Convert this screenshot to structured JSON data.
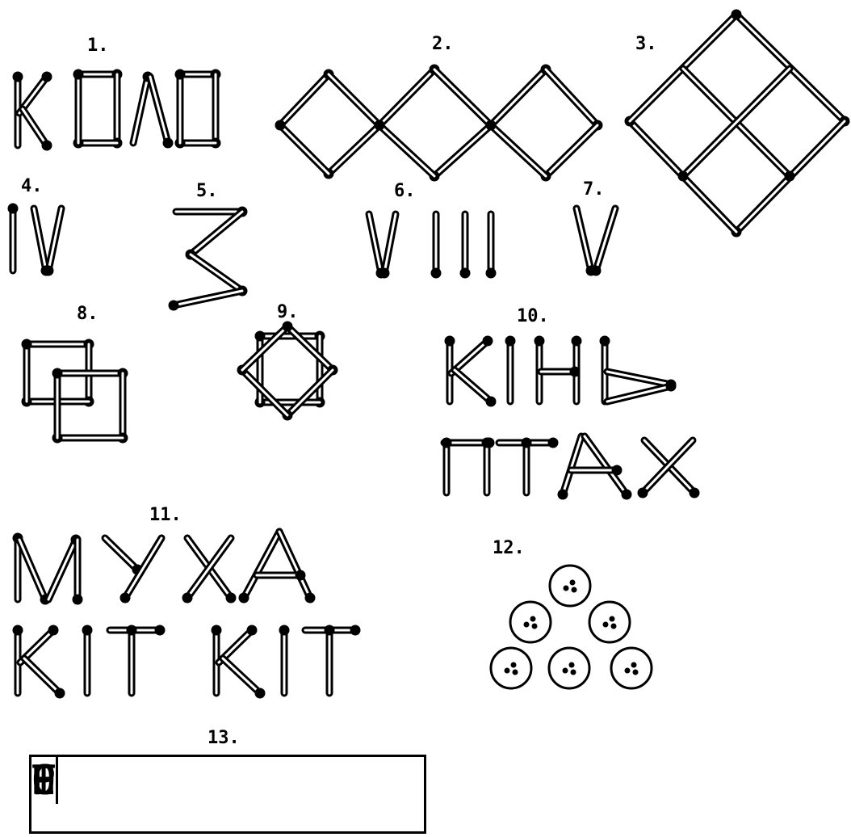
{
  "puzzles": [
    {
      "number": "1."
    },
    {
      "number": "2."
    },
    {
      "number": "3."
    },
    {
      "number": "4."
    },
    {
      "number": "5."
    },
    {
      "number": "6."
    },
    {
      "number": "7."
    },
    {
      "number": "8."
    },
    {
      "number": "9."
    },
    {
      "number": "10."
    },
    {
      "number": "11."
    },
    {
      "number": "12."
    },
    {
      "number": "13."
    }
  ],
  "words": {
    "p1": "КОЛО",
    "p4": "IV",
    "p6": "VIII",
    "p7": "V",
    "p10_line1": "КІНЬ",
    "p10_line2": "ПТАХ",
    "p11_line1": "МУХА",
    "p11_line2": "КІТ КІТ"
  },
  "letter_boxes": [
    "С",
    "Т",
    "О",
    "П",
    "Е",
    "Р"
  ],
  "coins": {
    "count": 6,
    "arrangement": "triangle"
  },
  "colors": {
    "ink": "#000000",
    "paper": "#ffffff"
  }
}
